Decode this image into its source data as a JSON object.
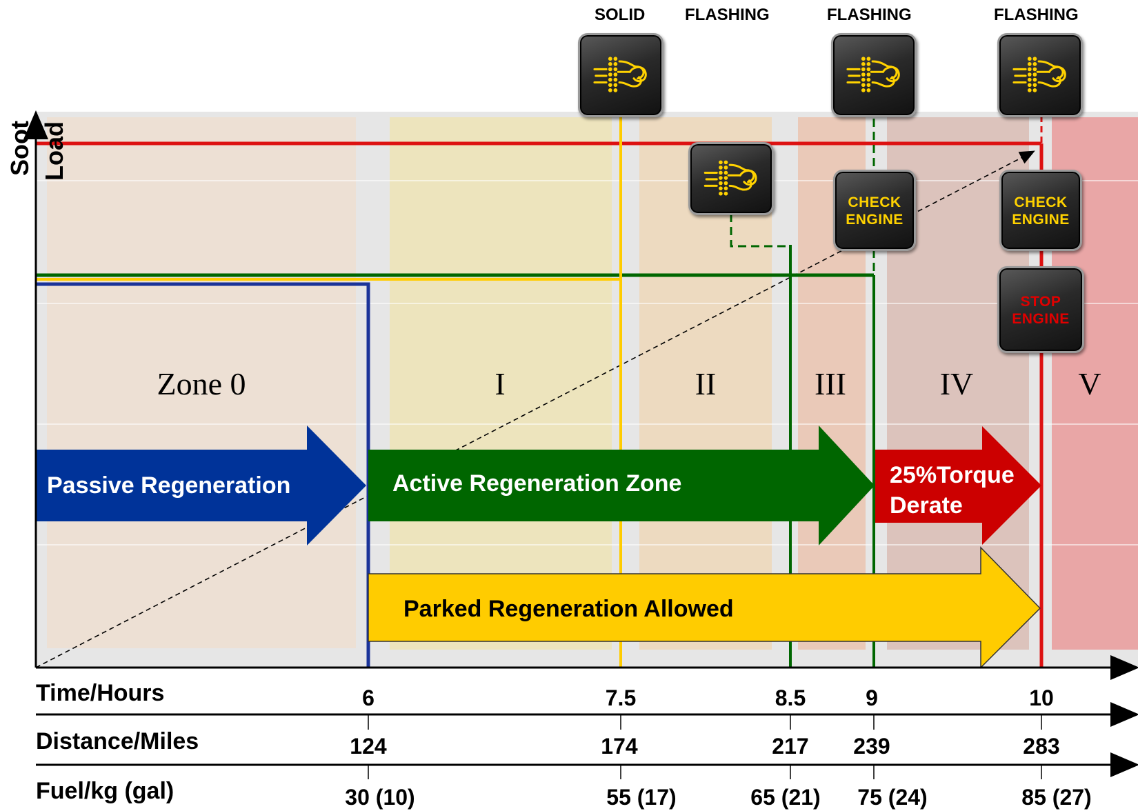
{
  "y_axis": {
    "label_1": "Soot",
    "label_2": "Load"
  },
  "lamp_states": {
    "solid": "SOLID",
    "flashing_1": "FLASHING",
    "flashing_2": "FLASHING",
    "flashing_3": "FLASHING"
  },
  "zones": [
    "Zone 0",
    "I",
    "II",
    "III",
    "IV",
    "V"
  ],
  "arrows": {
    "passive": "Passive Regeneration",
    "active": "Active Regeneration Zone",
    "derate_line1": "25%Torque",
    "derate_line2": "Derate",
    "parked": "Parked Regeneration Allowed"
  },
  "lamps": {
    "check_engine_line1": "CHECK",
    "check_engine_line2": "ENGINE",
    "stop_engine_line1": "STOP",
    "stop_engine_line2": "ENGINE"
  },
  "scales": {
    "time": {
      "name": "Time/Hours",
      "ticks": [
        "6",
        "7.5",
        "8.5",
        "9",
        "10"
      ]
    },
    "distance": {
      "name": "Distance/Miles",
      "ticks": [
        "124",
        "174",
        "217",
        "239",
        "283"
      ]
    },
    "fuel": {
      "name": "Fuel/kg (gal)",
      "ticks": [
        "30 (10)",
        "55 (17)",
        "65 (21)",
        "75 (24)",
        "85 (27)"
      ]
    }
  },
  "colors": {
    "passive_blue": "#003399",
    "active_green": "#006600",
    "derate_red": "#cc0000",
    "parked_yellow": "#ffcc00",
    "lamp_yellow": "#ffd200",
    "stop_red": "#e00000"
  },
  "icons": {
    "dpf_lamp": "dpf-filter-warning-icon",
    "check_engine_lamp": "check-engine-lamp-icon",
    "stop_engine_lamp": "stop-engine-lamp-icon"
  }
}
